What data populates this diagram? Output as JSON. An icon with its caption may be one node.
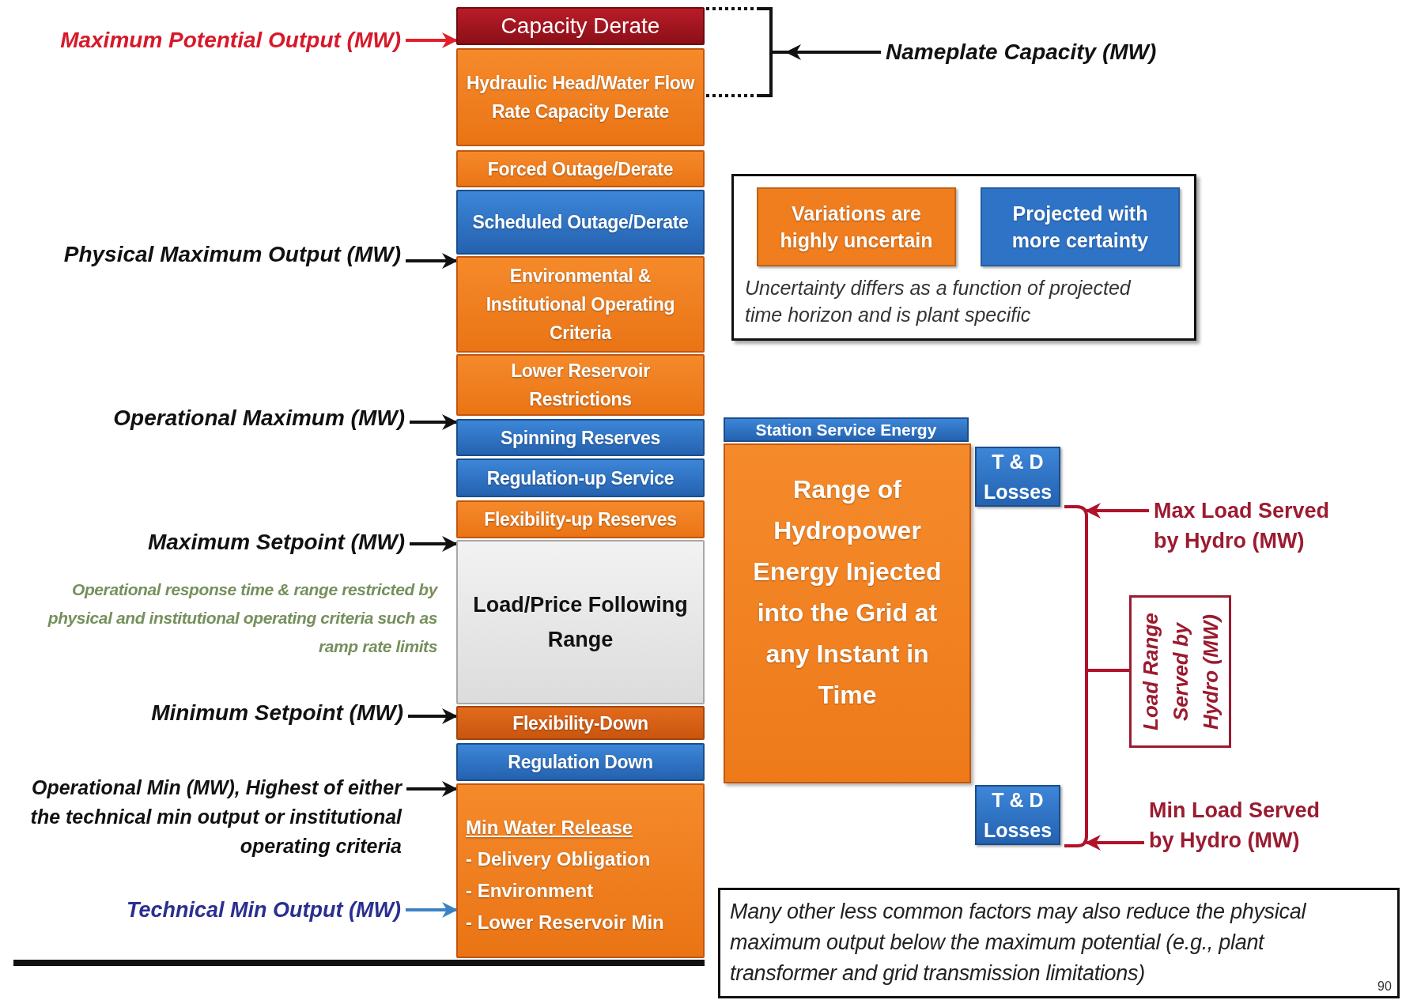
{
  "diagram": {
    "nodes": [
      {
        "text": [
          "Capacity Derate"
        ]
      },
      {
        "text": [
          "Hydraulic Head/Water Flow Rate Capacity Derate"
        ]
      },
      {
        "text": [
          "Forced Outage/Derate"
        ]
      },
      {
        "text": [
          "Scheduled Outage/Derate"
        ]
      },
      {
        "text": [
          "Environmental & Institutional Operating Criteria"
        ]
      },
      {
        "text": [
          "Lower Reservoir Restrictions"
        ]
      },
      {
        "text": [
          "Spinning Reserves"
        ]
      },
      {
        "text": [
          "Regulation-up Service"
        ]
      },
      {
        "text": [
          "Flexibility-up Reserves"
        ]
      },
      {
        "text": [
          "Load/Price Following Range"
        ]
      },
      {
        "text": [
          "Flexibility-Down"
        ]
      },
      {
        "text": [
          "Regulation Down"
        ]
      },
      {
        "text": [
          "Min Water Release",
          "- Delivery Obligation",
          "- Environment",
          "- Lower Reservoir Min"
        ]
      },
      {
        "text": [
          "Maximum Potential Output (MW)"
        ]
      },
      {
        "text": [
          "Physical Maximum Output (MW)"
        ]
      },
      {
        "text": [
          "Operational Maximum (MW)"
        ]
      },
      {
        "text": [
          "Maximum Setpoint (MW)"
        ]
      },
      {
        "text": [
          "Minimum Setpoint (MW)"
        ]
      },
      {
        "text": [
          "Operational Min (MW), Highest of either the technical min output or institutional operating criteria"
        ]
      },
      {
        "text": [
          "Technical Min Output (MW)"
        ]
      },
      {
        "text": [
          "Nameplate Capacity (MW)"
        ]
      },
      {
        "text": [
          "Station Service Energy"
        ]
      },
      {
        "text": [
          "Range of Hydropower Energy Injected into the Grid at any Instant in Time"
        ]
      },
      {
        "text": [
          "T & D Losses"
        ]
      },
      {
        "text": [
          "T & D Losses"
        ]
      },
      {
        "text": [
          "Max Load Served by Hydro (MW)"
        ]
      },
      {
        "text": [
          "Min Load Served by Hydro (MW)"
        ]
      },
      {
        "text": [
          "Load Range Served by Hydro (MW)"
        ]
      },
      {
        "text": [
          "Many other less common factors may also reduce the physical maximum output below the maximum potential (e.g., plant transformer and grid transmission limitations)"
        ]
      },
      {
        "text": [],
        "shape": "bracket"
      },
      {
        "text": [],
        "shape": "bracket"
      }
    ],
    "edges": [
      {
        "from": 13,
        "to": 0,
        "arrow": "to",
        "color": "#e0202a"
      },
      {
        "from": 14,
        "to": 4,
        "arrow": "to"
      },
      {
        "from": 15,
        "to": 6,
        "arrow": "to"
      },
      {
        "from": 16,
        "to": 9,
        "arrow": "to"
      },
      {
        "from": 17,
        "to": 10,
        "arrow": "to"
      },
      {
        "from": 18,
        "to": 12,
        "arrow": "to"
      },
      {
        "from": 19,
        "to": 12,
        "arrow": "to",
        "color": "#3b82c4"
      },
      {
        "from": 20,
        "to": 29,
        "arrow": "to"
      },
      {
        "from": 25,
        "to": 30,
        "arrow": "to",
        "color": "#b0122a"
      },
      {
        "from": 26,
        "to": 30,
        "arrow": "to",
        "color": "#b0122a"
      },
      {
        "from": 30,
        "to": 27,
        "arrow": "none",
        "color": "#b0122a"
      }
    ],
    "labels": [
      "Uncertainty differs as a function of projected time horizon and is plant specific",
      "Operational response time & range restricted by physical and institutional operating criteria such as ramp rate limits",
      "90"
    ],
    "legend": [
      {
        "text": "Variations are highly uncertain",
        "color": "#f07d1e"
      },
      {
        "text": "Projected with more certainty",
        "color": "#2f73c6"
      }
    ]
  }
}
